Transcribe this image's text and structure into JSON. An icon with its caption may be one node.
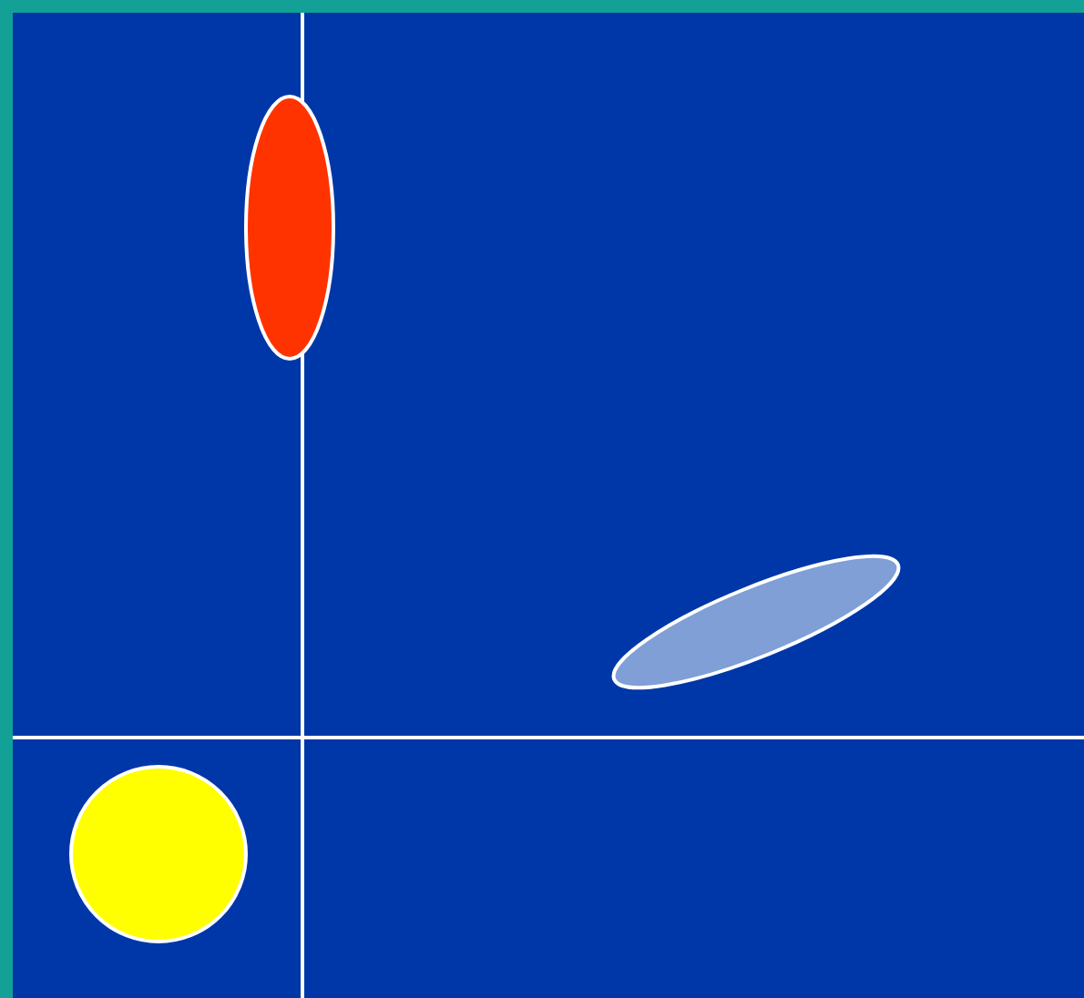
{
  "diagram": {
    "nodes": [
      {
        "text": [],
        "shape": "ellipse"
      },
      {
        "text": [],
        "shape": "ellipse"
      },
      {
        "text": [],
        "shape": "circle"
      }
    ]
  }
}
